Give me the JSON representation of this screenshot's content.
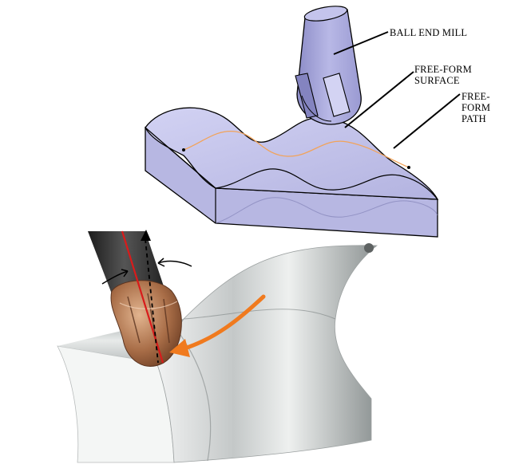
{
  "labels": {
    "ball_end_mill": "BALL END MILL",
    "free_form_surface": [
      "FREE-FORM",
      "SURFACE"
    ],
    "free_form_path": [
      "FREE-",
      "FORM",
      "PATH"
    ]
  },
  "colors": {
    "surface_fill": "#b9b9e4",
    "surface_top": "#c9c9ef",
    "tool_fill": "#a3a3d6",
    "path_line": "#f2a35a",
    "arrow": "#f07a1e",
    "axis_red": "#d81b1b",
    "metal_light": "#d9dcdc",
    "metal_dark": "#7d8383",
    "tool_body": "#2b2b2b",
    "insert_bronze": "#b07a55"
  },
  "icons": [
    "ball-end-mill-icon",
    "free-form-block-icon",
    "toolpath-curve-icon",
    "curved-arrow-icon",
    "tool-axis-arrow-icon",
    "tilt-arrow-icon"
  ]
}
